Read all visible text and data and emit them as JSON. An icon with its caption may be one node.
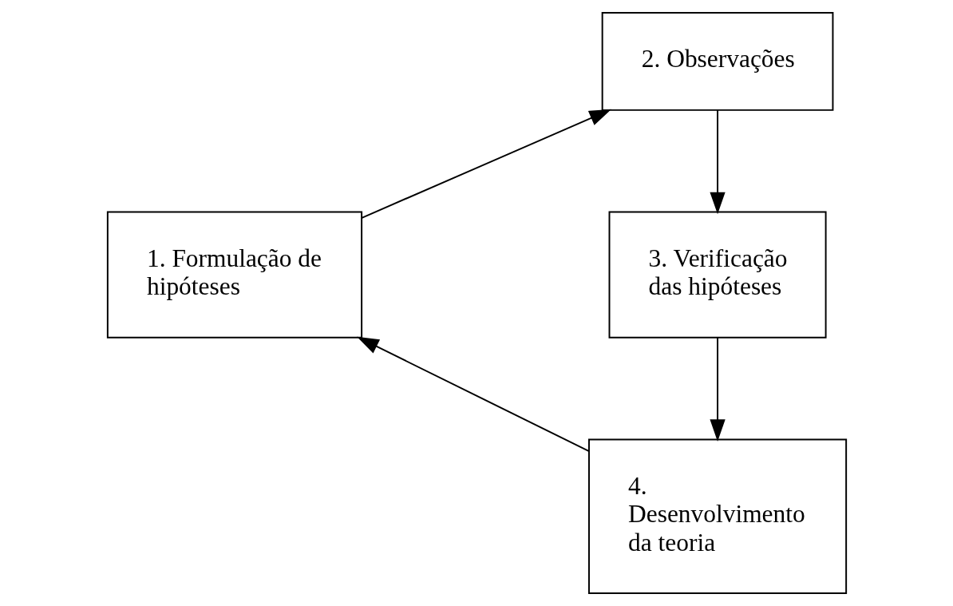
{
  "diagram": {
    "nodes": [
      {
        "text": [
          "1. Formulação de hipóteses"
        ]
      },
      {
        "text": [
          "2. Observações"
        ]
      },
      {
        "text": [
          "3. Verificação das hipóteses"
        ]
      },
      {
        "text": [
          "4. Desenvolvimento da teoria"
        ]
      }
    ],
    "edges": [
      {
        "from": 0,
        "to": 1,
        "arrow": "to"
      },
      {
        "from": 1,
        "to": 2,
        "arrow": "to"
      },
      {
        "from": 2,
        "to": 3,
        "arrow": "to"
      },
      {
        "from": 3,
        "to": 0,
        "arrow": "to"
      }
    ]
  }
}
